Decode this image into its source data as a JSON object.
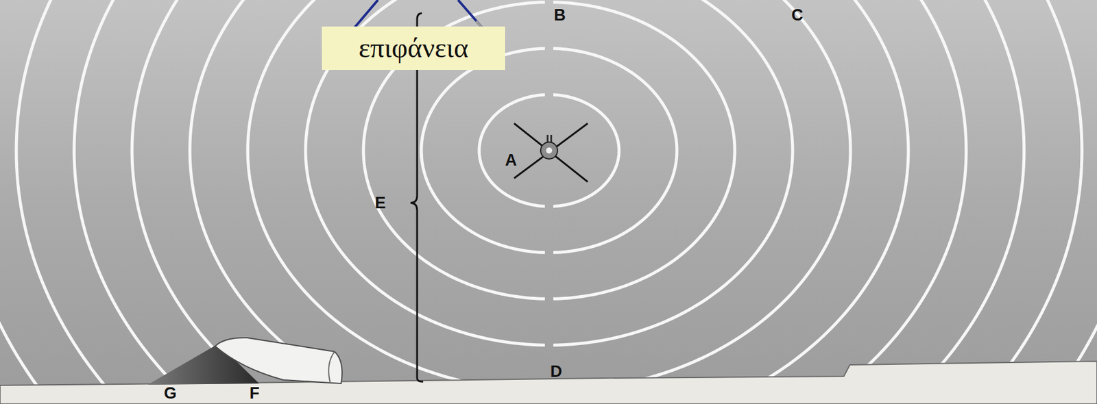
{
  "diagram": {
    "nodes": [
      {
        "text": [
          "επιφάνεια"
        ]
      }
    ],
    "labels": [
      "A",
      "B",
      "C",
      "D",
      "E",
      "F",
      "G"
    ]
  }
}
